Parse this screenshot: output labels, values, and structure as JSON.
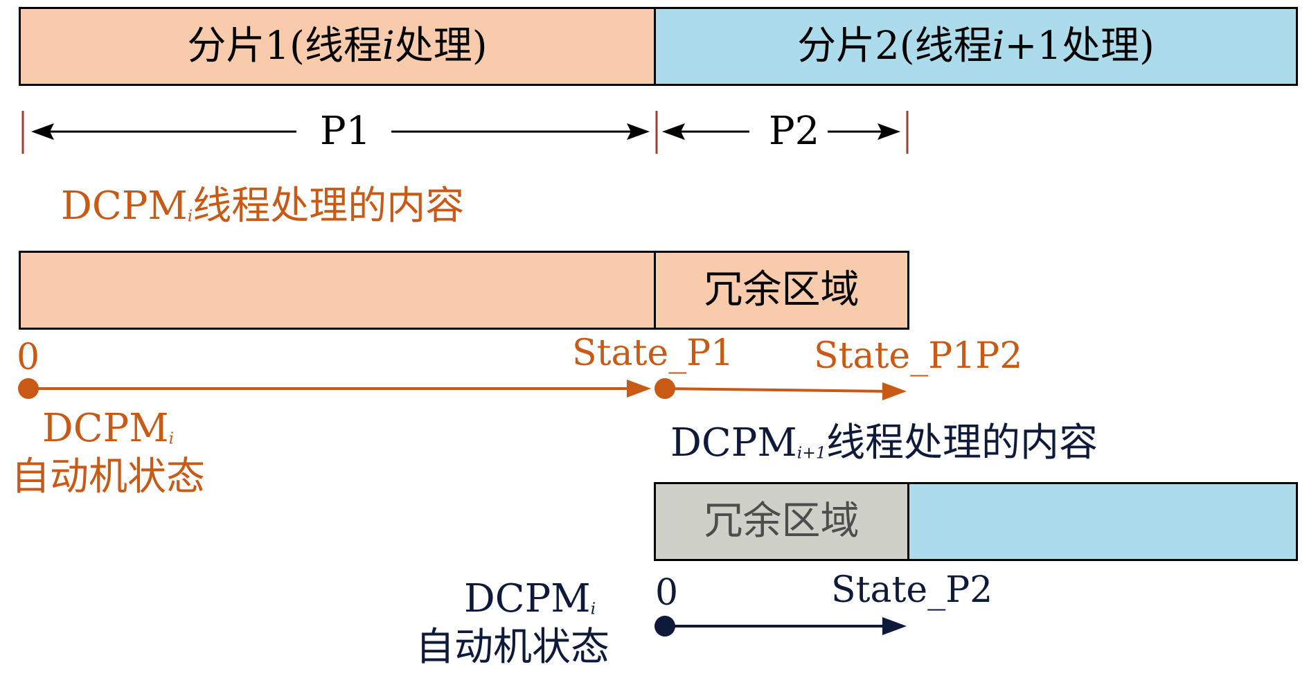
{
  "colors": {
    "peach": "#f8cbad",
    "light_blue": "#acdceb",
    "gray": "#cfd0c8",
    "orange": "#c95a16",
    "navy": "#0f1a3a",
    "tick_red": "#a03c32"
  },
  "top": {
    "shard1": {
      "pre": "分片1(线程",
      "var": "i",
      "post": "处理)"
    },
    "shard2": {
      "pre": "分片2(线程",
      "var": "i",
      "post": "+1处理)"
    }
  },
  "measure": {
    "p1": "P1",
    "p2": "P2"
  },
  "dcpm_i": {
    "header_main": "DCPM",
    "header_sub": "i",
    "header_rest": "线程处理的内容",
    "redundant_label": "冗余区域",
    "start": "0",
    "state_p1": "State_P1",
    "state_p1p2": "State_P1P2",
    "automaton_main": "DCPM",
    "automaton_sub": "i",
    "automaton_rest": "自动机状态"
  },
  "dcpm_i1": {
    "header_main": "DCPM",
    "header_sub": "i+1",
    "header_rest": "线程处理的内容",
    "redundant_label": "冗余区域",
    "start": "0",
    "state_p2": "State_P2",
    "automaton_main": "DCPM",
    "automaton_sub": "i",
    "automaton_rest": "自动机状态"
  }
}
